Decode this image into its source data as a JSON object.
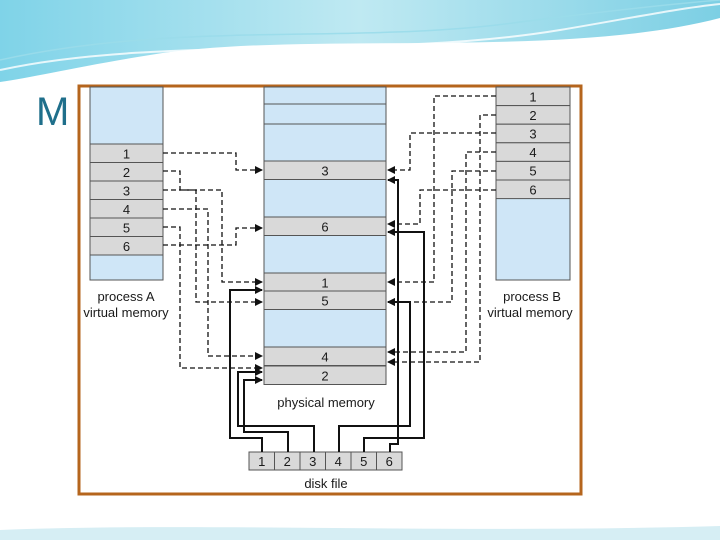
{
  "slide": {
    "title_fragment": "M"
  },
  "diagram": {
    "process_a": {
      "label_line1": "process A",
      "label_line2": "virtual memory",
      "pages": [
        "1",
        "2",
        "3",
        "4",
        "5",
        "6"
      ]
    },
    "process_b": {
      "label_line1": "process B",
      "label_line2": "virtual memory",
      "pages": [
        "1",
        "2",
        "3",
        "4",
        "5",
        "6"
      ]
    },
    "physical_memory": {
      "label": "physical memory",
      "frames": [
        "3",
        "6",
        "1",
        "5",
        "4",
        "2"
      ]
    },
    "disk_file": {
      "label": "disk file",
      "blocks": [
        "1",
        "2",
        "3",
        "4",
        "5",
        "6"
      ]
    },
    "colors": {
      "memory_fill": "#cfe6f7",
      "page_fill": "#d9d9d9",
      "frame_border": "#b5651d",
      "title_color": "#1f6f8b"
    }
  }
}
